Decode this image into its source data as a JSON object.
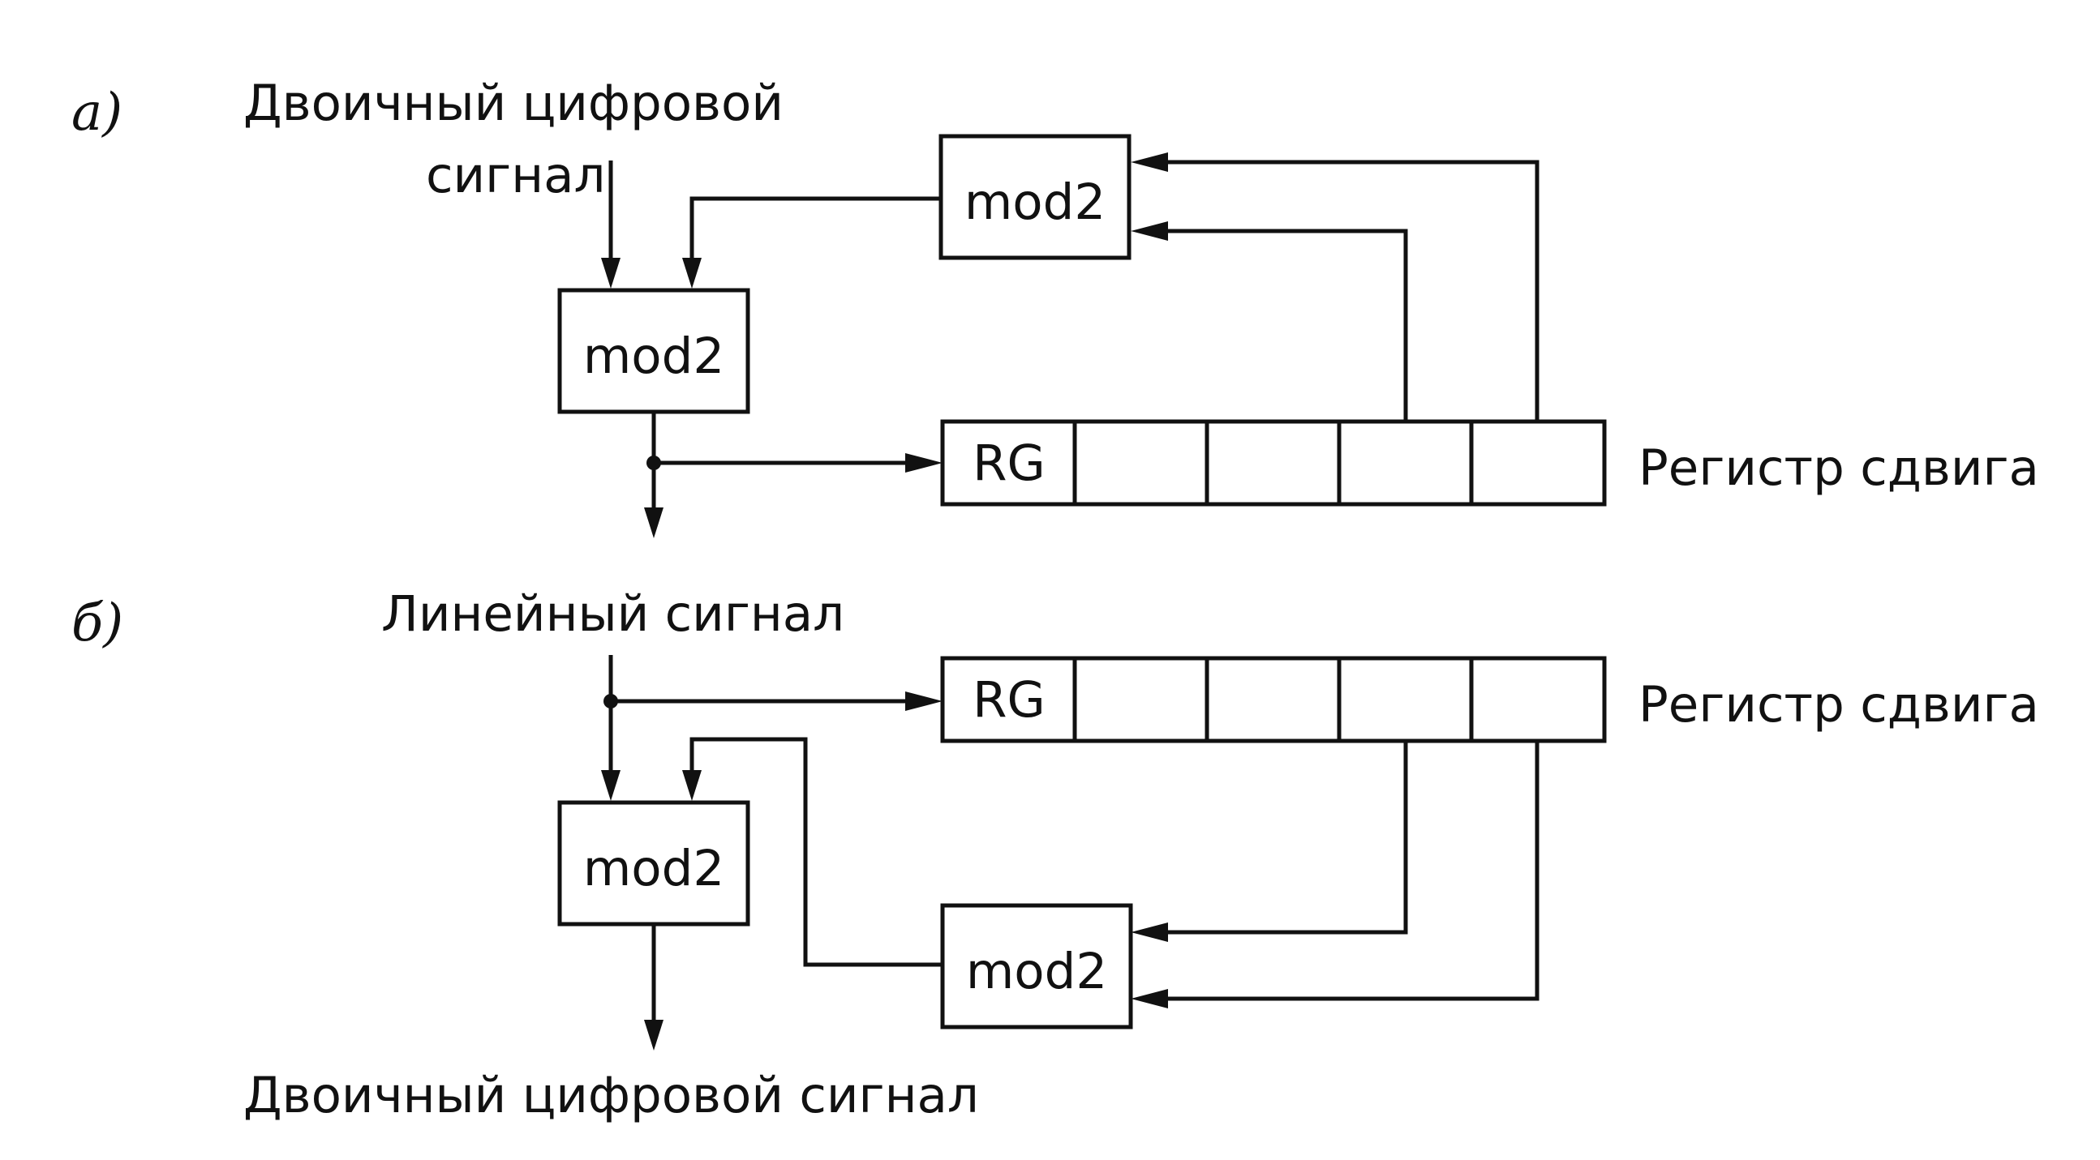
{
  "diagram_a": {
    "part_label": "a)",
    "input_label_line1": "Двоичный цифровой",
    "input_label_line2": "сигнал",
    "adder_main": "mod2",
    "adder_feedback": "mod2",
    "register_head": "RG",
    "register_label": "Регистр сдвига"
  },
  "diagram_b": {
    "part_label": "б)",
    "input_label": "Линейный сигнал",
    "adder_main": "mod2",
    "adder_feedback": "mod2",
    "register_head": "RG",
    "register_label": "Регистр сдвига",
    "output_label": "Двоичный цифровой сигнал"
  }
}
